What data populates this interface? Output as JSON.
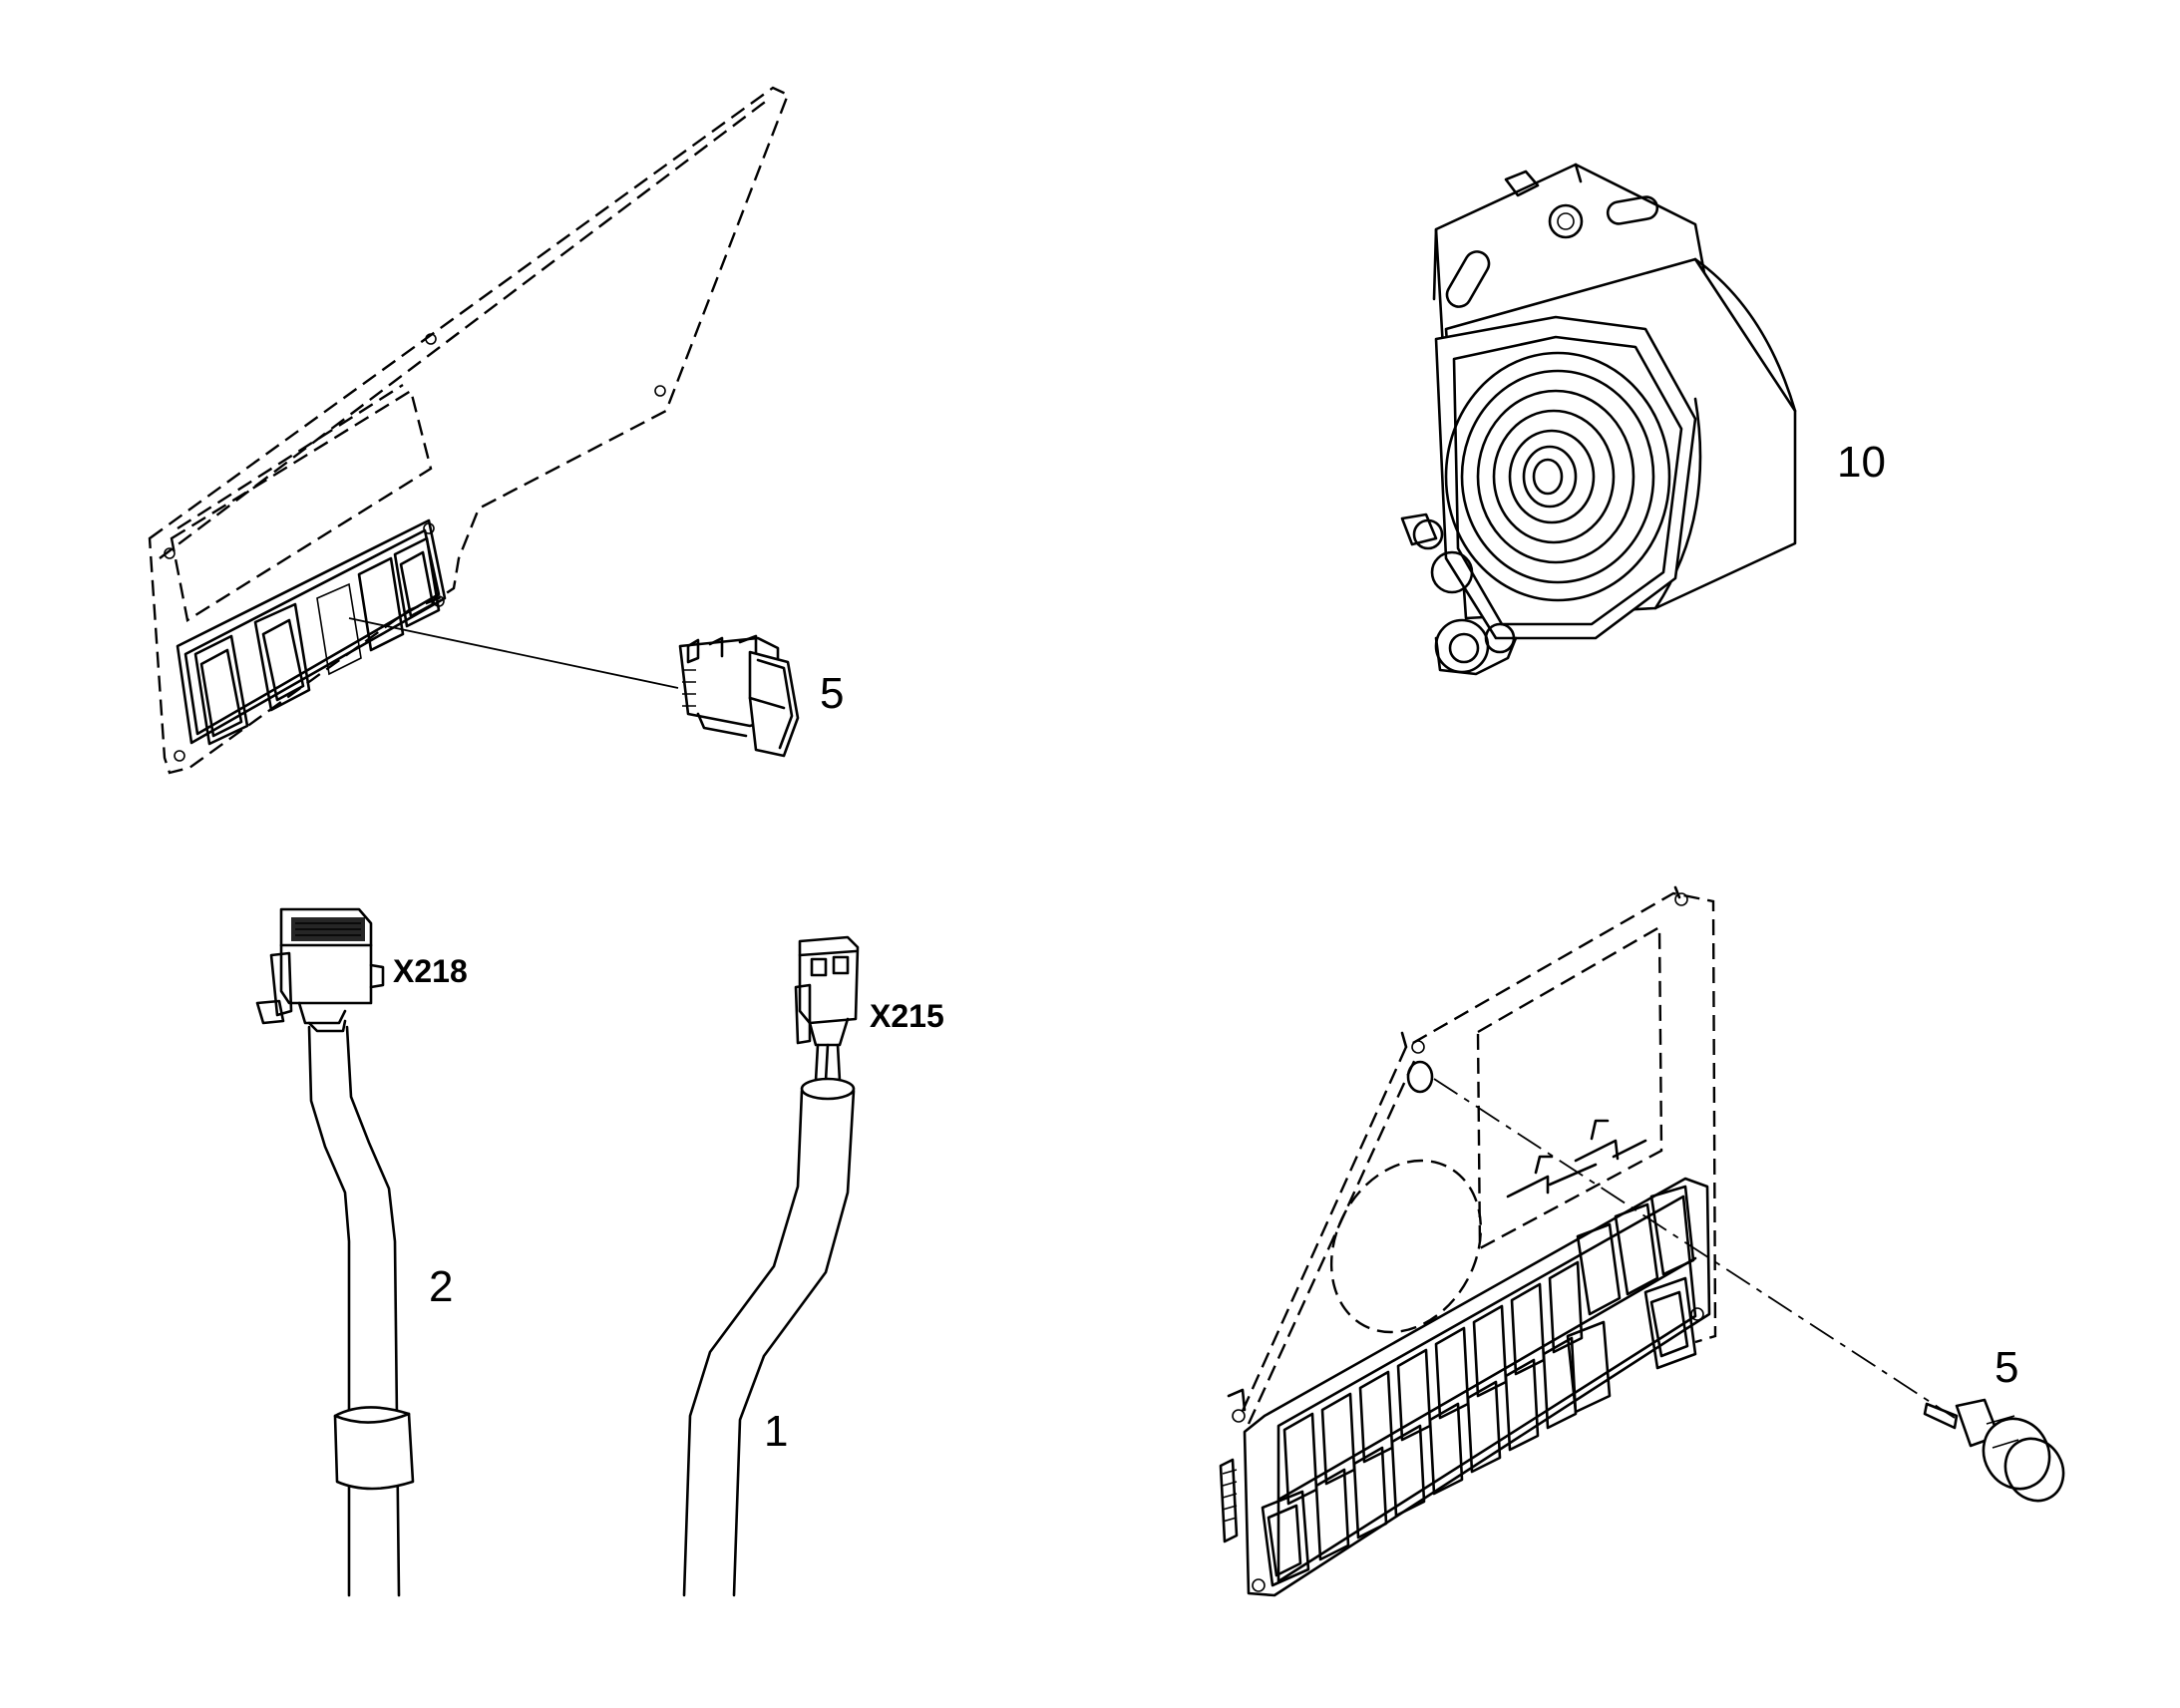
{
  "callouts": {
    "switch_upper": "5",
    "buzzer": "10",
    "cable_x218": "2",
    "cable_x215": "1",
    "indicator_lamp": "5"
  },
  "connectors": {
    "x218": "X218",
    "x215": "X215"
  },
  "colors": {
    "line": "#000000",
    "background": "#ffffff"
  }
}
